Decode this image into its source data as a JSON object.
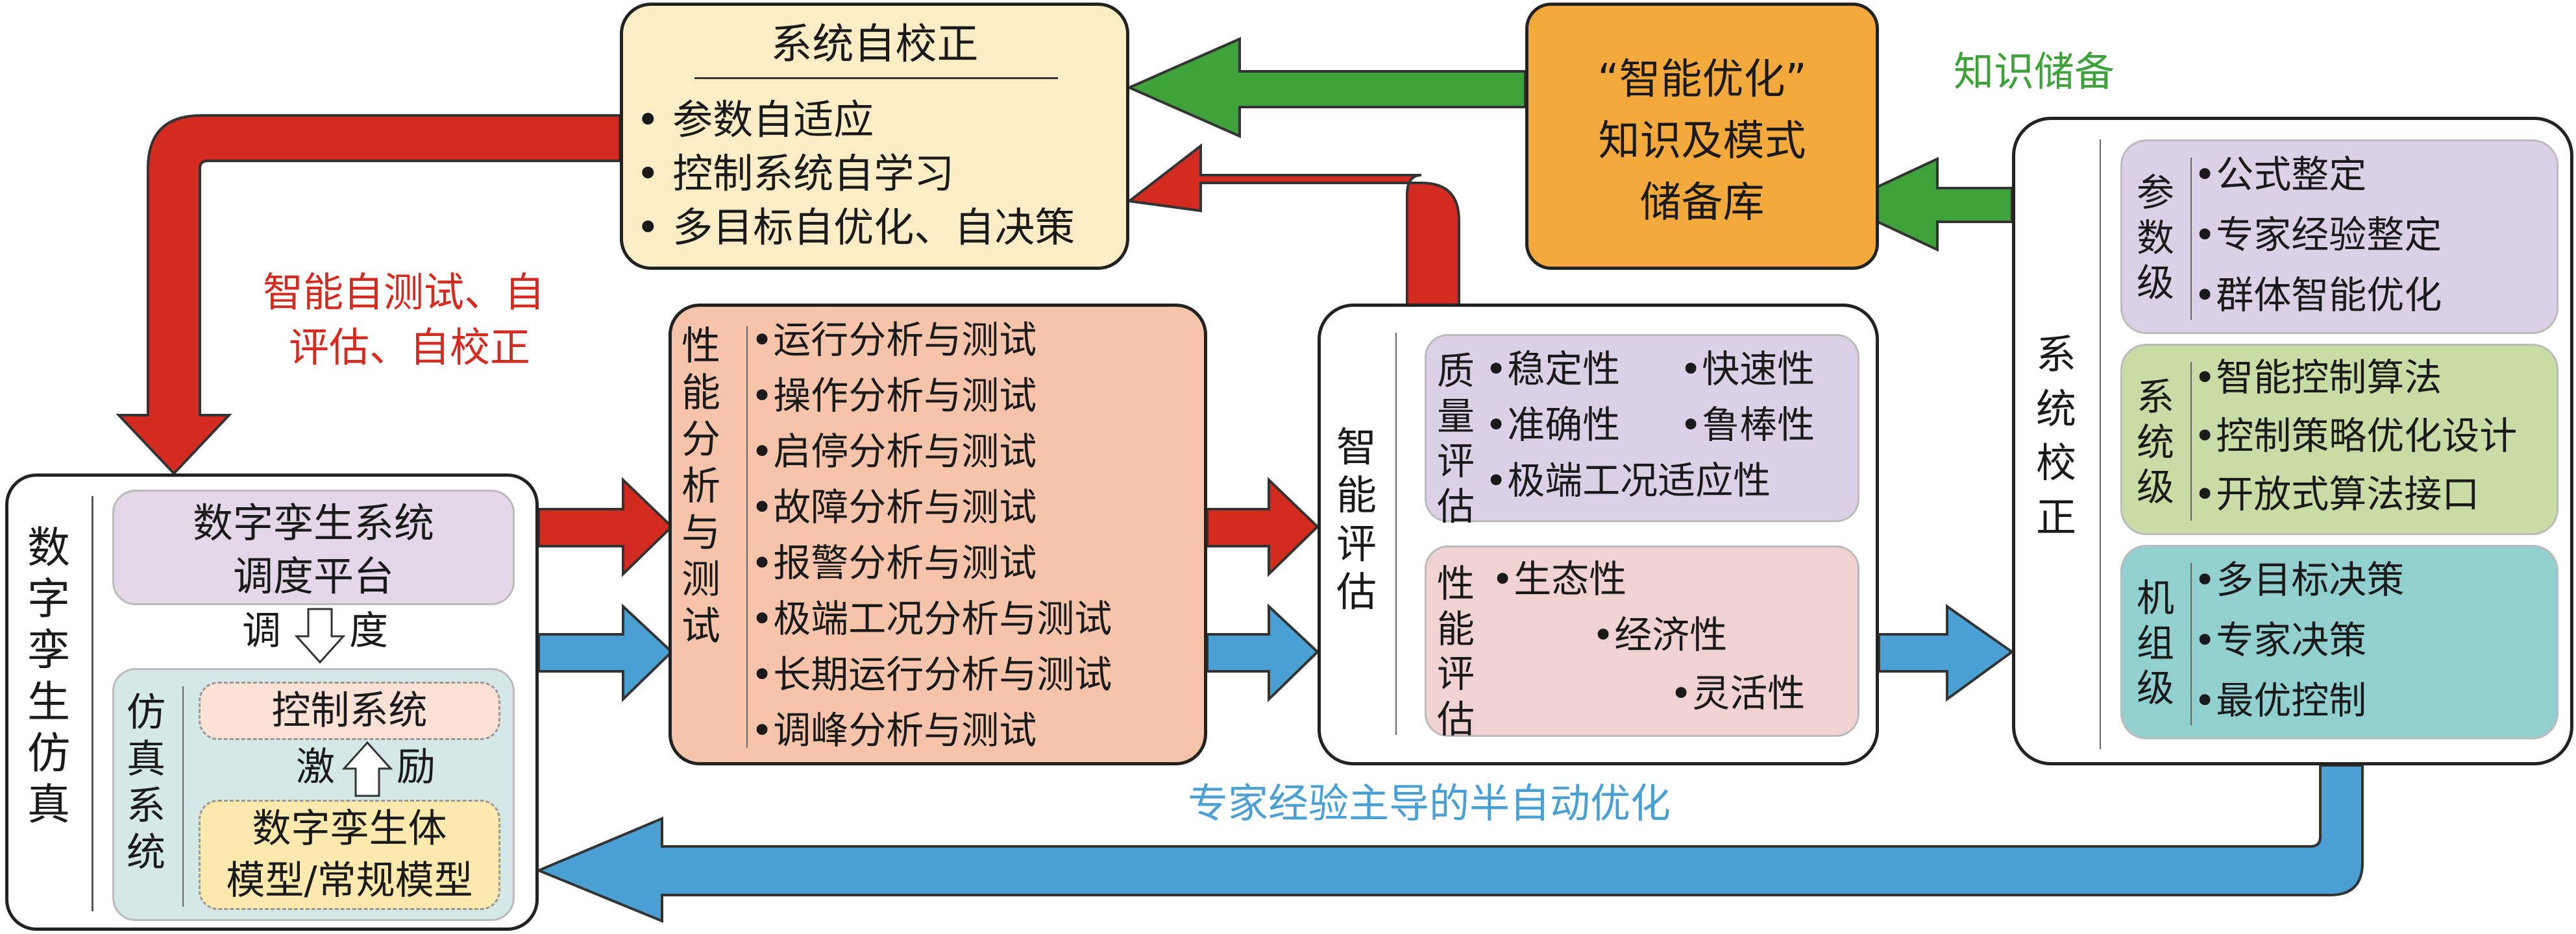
{
  "colors": {
    "red": "#d42b20",
    "blue": "#4a9fd3",
    "green": "#3fa13a",
    "cream": "#fdedc6",
    "salmon": "#f6c4aa",
    "orange": "#f4a93c",
    "lavender": "#dcd0e6",
    "pink": "#f1d2d2",
    "olive": "#c9dca6",
    "teal": "#92cfcf",
    "lightteal": "#d5e8e8",
    "lightyellow": "#fbe9ae"
  },
  "self_cal": {
    "title": "系统自校正",
    "items": [
      "参数自适应",
      "控制系统自学习",
      "多目标自优化、自决策"
    ]
  },
  "knowledge_base": {
    "lines": [
      "“智能优化”",
      "知识及模式",
      "储备库"
    ]
  },
  "knowledge_reserve_label": "知识储备",
  "smart_test_label": {
    "line1": "智能自测试、自",
    "line2": "评估、自校正"
  },
  "digital_twin": {
    "title": "数字孪生仿真",
    "platform": {
      "line1": "数字孪生系统",
      "line2": "调度平台"
    },
    "dispatch_label": {
      "left": "调",
      "right": "度"
    },
    "sim_system_label": "仿真系统",
    "control_system": "控制系统",
    "excite_label": {
      "left": "激",
      "right": "励"
    },
    "twin_body": {
      "line1": "数字孪生体",
      "line2": "模型/常规模型"
    }
  },
  "performance": {
    "title": "性能分析与测试",
    "items": [
      "运行分析与测试",
      "操作分析与测试",
      "启停分析与测试",
      "故障分析与测试",
      "报警分析与测试",
      "极端工况分析与测试",
      "长期运行分析与测试",
      "调峰分析与测试"
    ]
  },
  "evaluation": {
    "title": "智能评估",
    "quality": {
      "label": "质量评估",
      "row1_left": "稳定性",
      "row1_right": "快速性",
      "row2_left": "准确性",
      "row2_right": "鲁棒性",
      "row3": "极端工况适应性"
    },
    "performance": {
      "label": "性能评估",
      "items": [
        "生态性",
        "经济性",
        "灵活性"
      ]
    }
  },
  "system_cal": {
    "title": "系统校正",
    "param_level": {
      "label": "参数级",
      "items": [
        "公式整定",
        "专家经验整定",
        "群体智能优化"
      ]
    },
    "system_level": {
      "label": "系统级",
      "items": [
        "智能控制算法",
        "控制策略优化设计",
        "开放式算法接口"
      ]
    },
    "unit_level": {
      "label": "机组级",
      "items": [
        "多目标决策",
        "专家决策",
        "最优控制"
      ]
    }
  },
  "expert_label": "专家经验主导的半自动优化"
}
